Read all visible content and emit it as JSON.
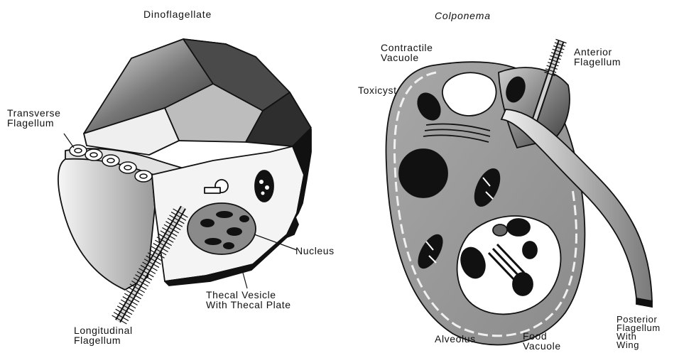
{
  "left_panel": {
    "title": "Dinoflagellate",
    "labels": {
      "transverse_flagellum": "Transverse\nFlagellum",
      "nucleus": "Nucleus",
      "thecal_vesicle": "Thecal Vesicle\nWith Thecal Plate",
      "longitudinal_flagellum": "Longitudinal\nFlagellum"
    }
  },
  "right_panel": {
    "title": "Colponema",
    "labels": {
      "contractile_vacuole": "Contractile\nVacuole",
      "anterior_flagellum": "Anterior\nFlagellum",
      "toxicyst": "Toxicyst",
      "alveolus": "Alveolus",
      "food_vacuole": "Food\nVacuole",
      "posterior_flagellum": "Posterior\nFlagellum\nWith\nWing"
    }
  },
  "colors": {
    "ink": "#111111",
    "cell_fill": "#9a9a9a",
    "plate_light": "#e8e8e8",
    "plate_dark": "#555555"
  }
}
